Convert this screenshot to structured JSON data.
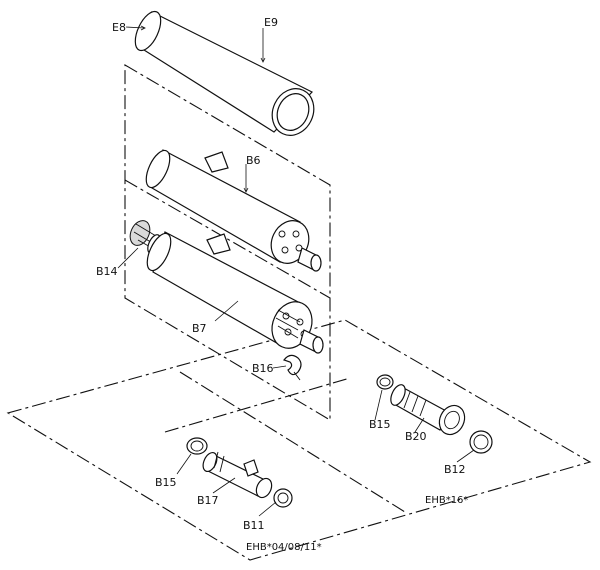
{
  "labels": {
    "e8": "E8",
    "e9": "E9",
    "b6": "B6",
    "b14": "B14",
    "b7": "B7",
    "b16": "B16",
    "b15_right": "B15",
    "b20": "B20",
    "b12": "B12",
    "b15_left": "B15",
    "b17": "B17",
    "b11": "B11",
    "group_right": "EHB*16*",
    "group_left": "EHB*04/08/11*"
  }
}
